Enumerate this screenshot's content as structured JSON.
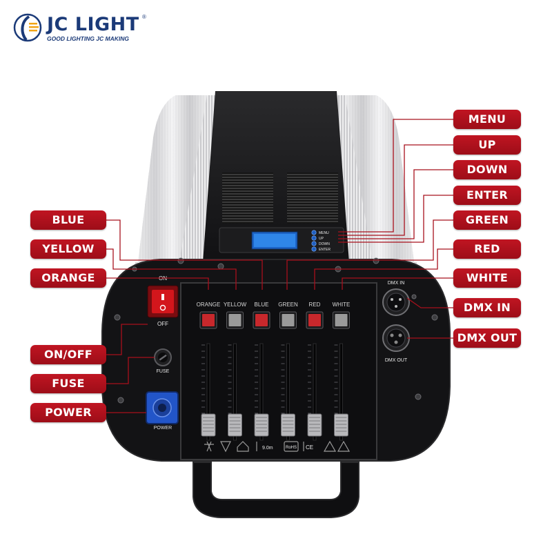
{
  "brand": {
    "name": "JC LIGHT",
    "registered": "®",
    "tagline": "GOOD LIGHTING JC MAKING",
    "color": "#1b3a78"
  },
  "callouts": {
    "right": [
      "MENU",
      "UP",
      "DOWN",
      "ENTER",
      "GREEN",
      "RED",
      "WHITE",
      "DMX IN",
      "DMX OUT"
    ],
    "left": [
      "BLUE",
      "YELLOW",
      "ORANGE",
      "ON/OFF",
      "FUSE",
      "POWER"
    ],
    "color": "#a8101c"
  },
  "device": {
    "display_buttons": [
      "MENU",
      "UP",
      "DOWN",
      "ENTER"
    ],
    "switch_on": "ON",
    "switch_off": "OFF",
    "fuse": "FUSE",
    "power": "POWER",
    "dmx_in": "DMX IN",
    "dmx_out": "DMX OUT",
    "channels": [
      {
        "label": "ORANGE",
        "color": "#c8282c"
      },
      {
        "label": "YELLOW",
        "color": "#9a9a9a"
      },
      {
        "label": "BLUE",
        "color": "#c8282c"
      },
      {
        "label": "GREEN",
        "color": "#9a9a9a"
      },
      {
        "label": "RED",
        "color": "#c8282c"
      },
      {
        "label": "WHITE",
        "color": "#9a9a9a"
      }
    ],
    "cable_length": "9.0m",
    "cert_marks": [
      "RoHS",
      "CE"
    ]
  }
}
